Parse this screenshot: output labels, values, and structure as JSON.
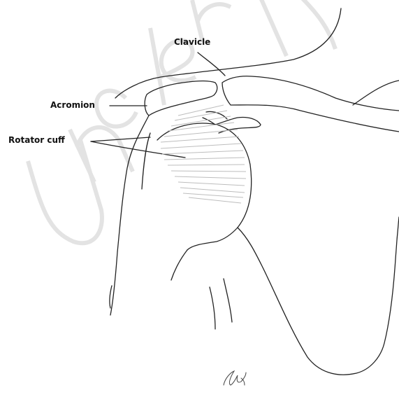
{
  "figure": {
    "labels": {
      "clavicle": "Clavicle",
      "acromion": "Acromion",
      "rotator_cuff": "Rotator cuff"
    },
    "watermark": "Under ..."
  },
  "colors": {
    "line": "#222222",
    "faint_line": "#bdbdbd",
    "watermark": "#e9e9e9",
    "background": "#ffffff"
  }
}
